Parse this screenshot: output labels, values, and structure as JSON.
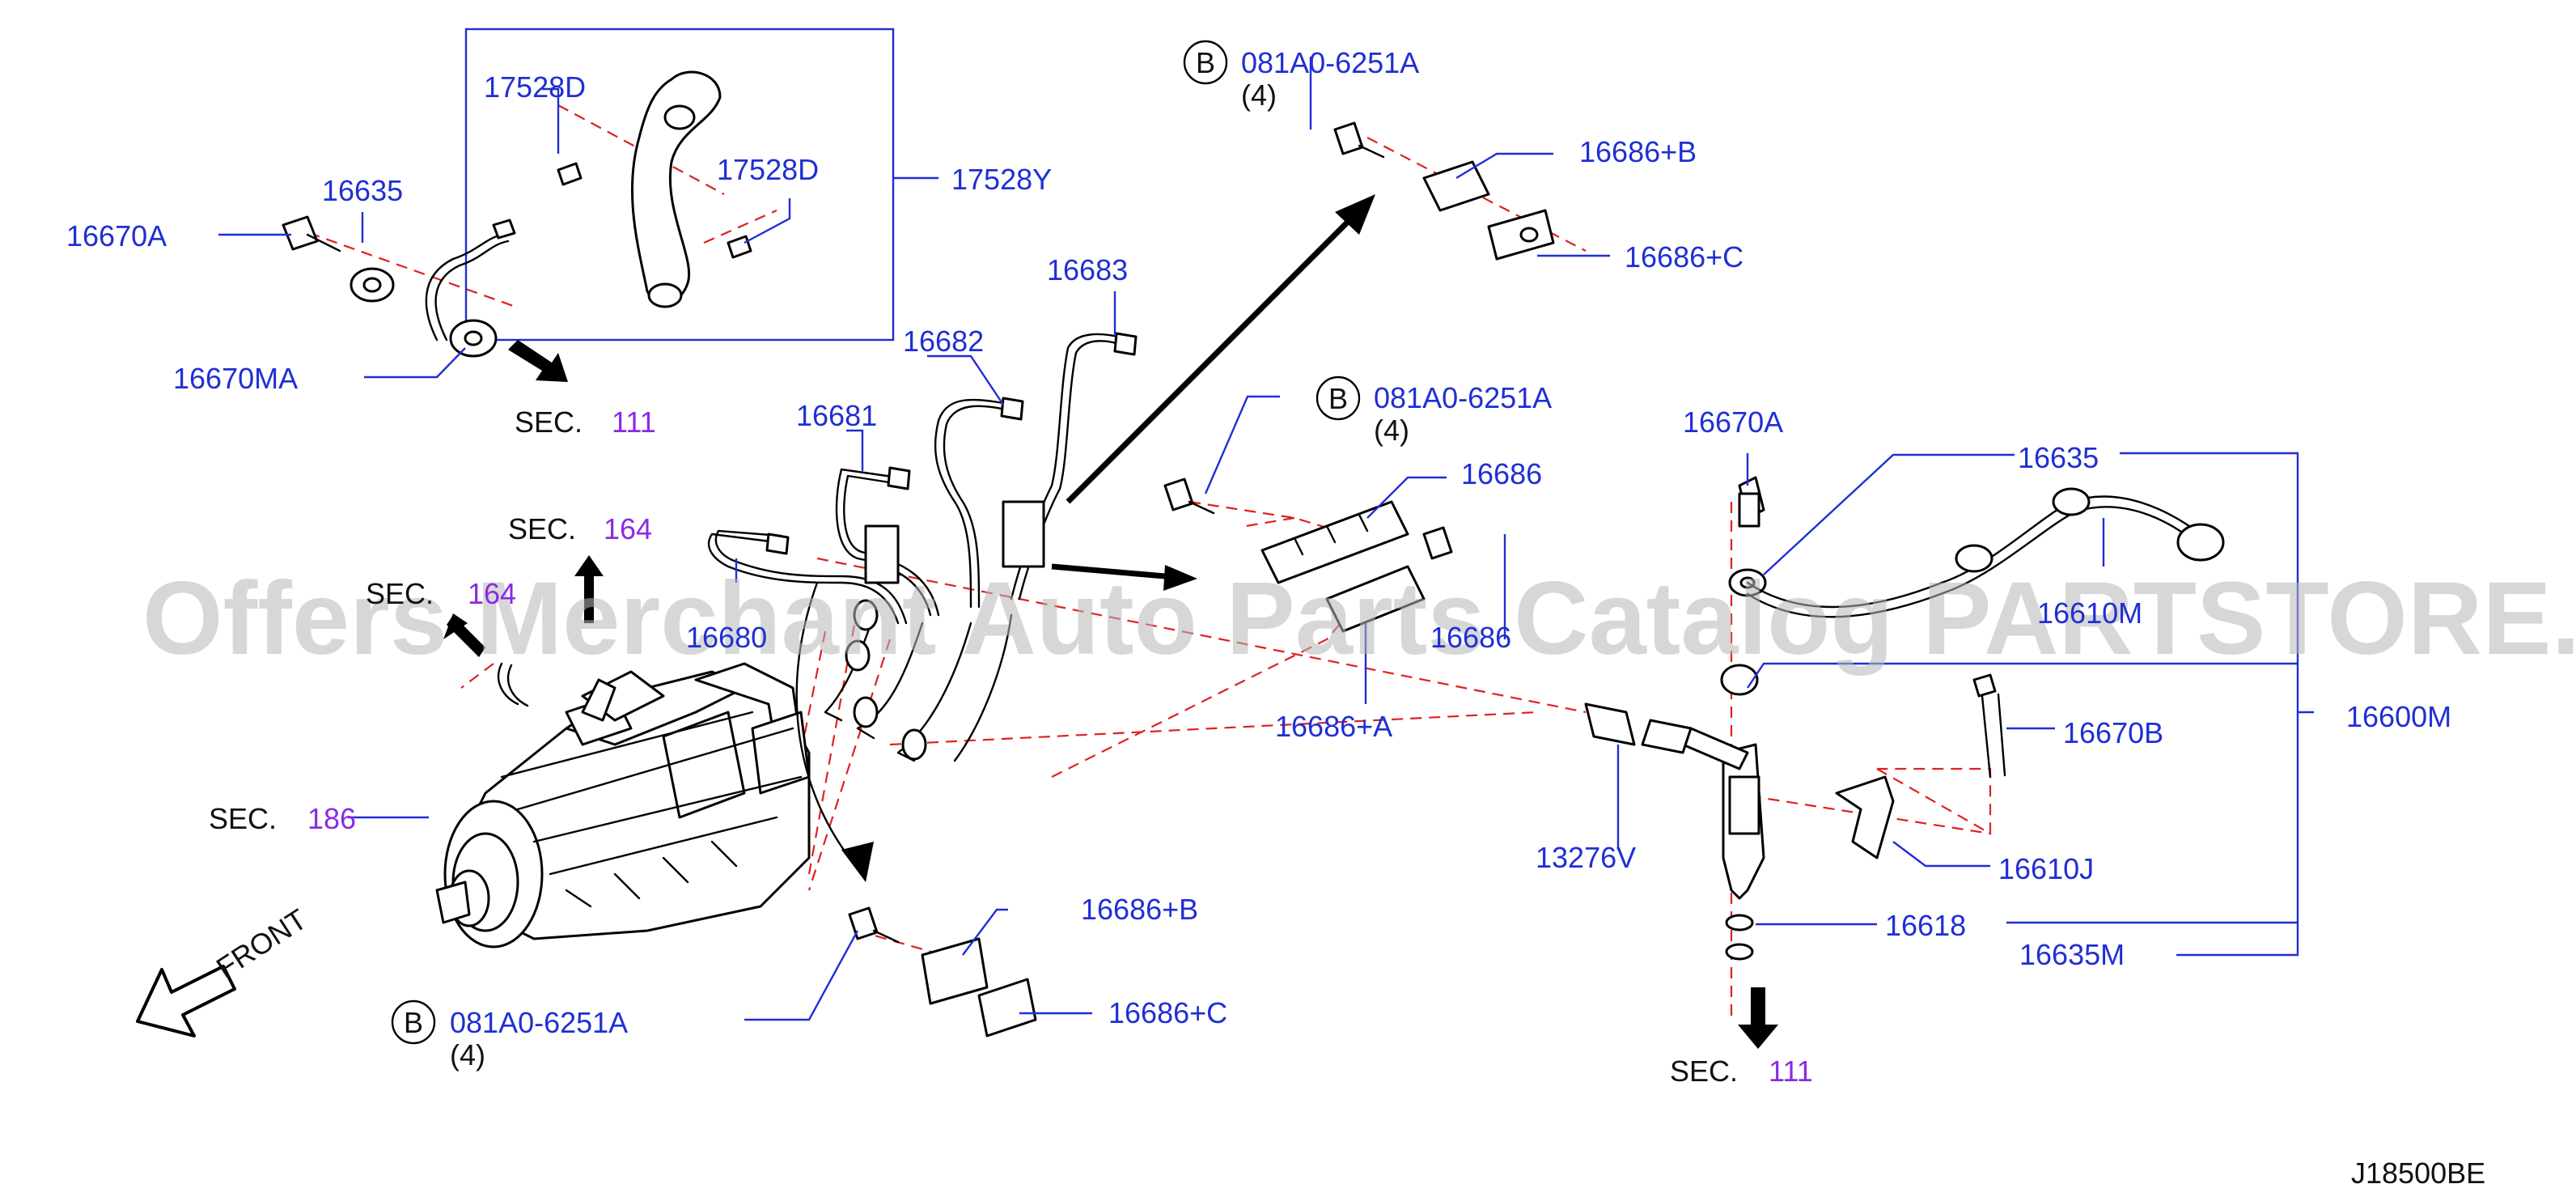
{
  "part_numbers": {
    "p_17528D_a": "17528D",
    "p_17528D_b": "17528D",
    "p_17528Y": "17528Y",
    "p_16635_a": "16635",
    "p_16670A_a": "16670A",
    "p_16670MA": "16670MA",
    "p_16683": "16683",
    "p_16682": "16682",
    "p_16681": "16681",
    "p_16680": "16680",
    "p_16686": "16686",
    "p_16686A": "16686+A",
    "p_16686B_top": "16686+B",
    "p_16686C_top": "16686+C",
    "p_16686B_bot": "16686+B",
    "p_16686C_bot": "16686+C",
    "p_16686_b": "16686",
    "p_16670A_b": "16670A",
    "p_16635_b": "16635",
    "p_16600M": "16600M",
    "p_16610M": "16610M",
    "p_16670B": "16670B",
    "p_13276V": "13276V",
    "p_16610J": "16610J",
    "p_16618": "16618",
    "p_16635M": "16635M",
    "bolt_code_top": "081A0-6251A",
    "bolt_code_mid": "081A0-6251A",
    "bolt_code_bot": "081A0-6251A"
  },
  "callouts": {
    "b_letter_top": "B",
    "b_letter_mid": "B",
    "b_letter_bot": "B",
    "qty_top": "(4)",
    "qty_mid": "(4)",
    "qty_bot": "(4)"
  },
  "sections": {
    "sec_word_111_top": "SEC.",
    "sec_num_111_top": "111",
    "sec_word_164_a": "SEC.",
    "sec_num_164_a": "164",
    "sec_word_164_b": "SEC.",
    "sec_num_164_b": "164",
    "sec_word_186": "SEC.",
    "sec_num_186": "186",
    "sec_word_111_bot": "SEC.",
    "sec_num_111_bot": "111"
  },
  "front_label": "FRONT",
  "diagram_code": "J18500BE",
  "watermark": "Offers Merchant Auto Parts Catalog PARTSTORE.SA",
  "colors": {
    "part_number": "#1f2fd4",
    "section_number": "#8a2be2",
    "centerline": "#e02020",
    "text": "#111111"
  }
}
